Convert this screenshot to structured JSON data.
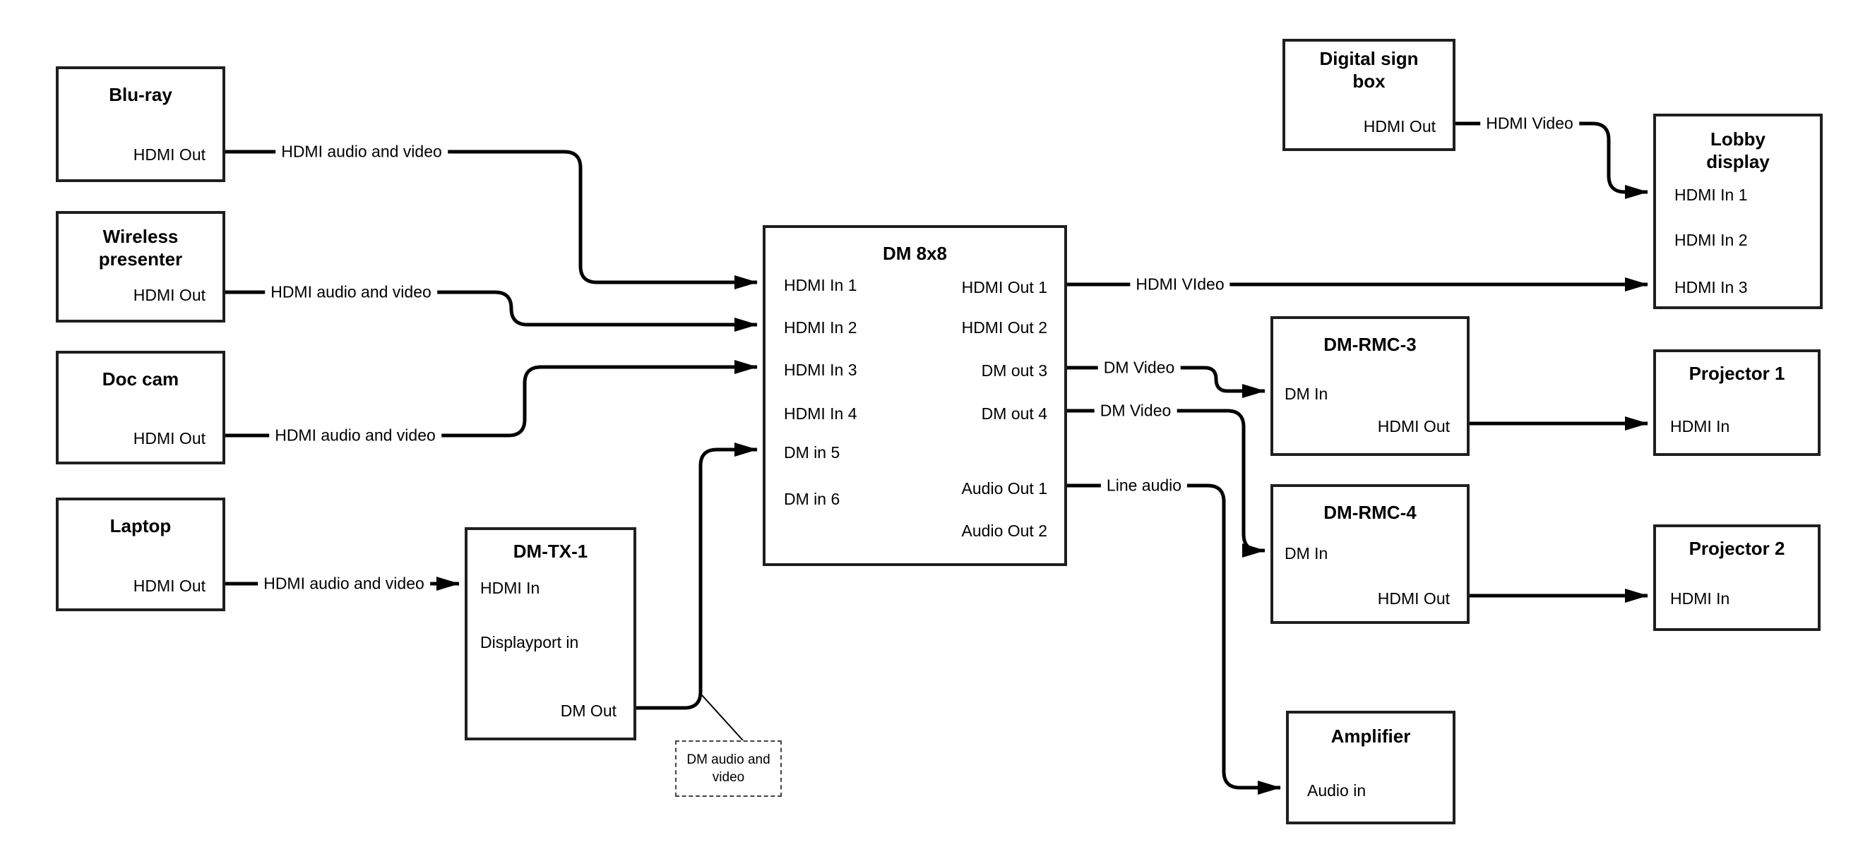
{
  "colors": {
    "background": "#ffffff",
    "box_border": "#1f1f1f",
    "box_fill": "#ffffff",
    "connector": "#000000",
    "text": "#000000"
  },
  "nodes": {
    "bluray": {
      "title": "Blu-ray",
      "ports": {
        "hdmi_out": "HDMI Out"
      }
    },
    "wireless": {
      "title": "Wireless presenter",
      "ports": {
        "hdmi_out": "HDMI Out"
      }
    },
    "doccam": {
      "title": "Doc cam",
      "ports": {
        "hdmi_out": "HDMI Out"
      }
    },
    "laptop": {
      "title": "Laptop",
      "ports": {
        "hdmi_out": "HDMI Out"
      }
    },
    "dmtx1": {
      "title": "DM-TX-1",
      "ports": {
        "hdmi_in": "HDMI In",
        "displayport_in": "Displayport in",
        "dm_out": "DM Out"
      }
    },
    "dm8x8": {
      "title": "DM 8x8",
      "ports": {
        "hdmi_in_1": "HDMI In 1",
        "hdmi_in_2": "HDMI In 2",
        "hdmi_in_3": "HDMI In 3",
        "hdmi_in_4": "HDMI In 4",
        "dm_in_5": "DM in 5",
        "dm_in_6": "DM in 6",
        "hdmi_out_1": "HDMI Out 1",
        "hdmi_out_2": "HDMI Out 2",
        "dm_out_3": "DM out 3",
        "dm_out_4": "DM out 4",
        "audio_out_1": "Audio Out 1",
        "audio_out_2": "Audio Out 2"
      }
    },
    "digisign": {
      "title": "Digital sign box",
      "ports": {
        "hdmi_out": "HDMI Out"
      }
    },
    "lobby": {
      "title": "Lobby display",
      "ports": {
        "hdmi_in_1": "HDMI In 1",
        "hdmi_in_2": "HDMI In 2",
        "hdmi_in_3": "HDMI In 3"
      }
    },
    "dmrmc3": {
      "title": "DM-RMC-3",
      "ports": {
        "dm_in": "DM In",
        "hdmi_out": "HDMI Out"
      }
    },
    "proj1": {
      "title": "Projector 1",
      "ports": {
        "hdmi_in": "HDMI In"
      }
    },
    "dmrmc4": {
      "title": "DM-RMC-4",
      "ports": {
        "dm_in": "DM In",
        "hdmi_out": "HDMI Out"
      }
    },
    "proj2": {
      "title": "Projector 2",
      "ports": {
        "hdmi_in": "HDMI In"
      }
    },
    "amplifier": {
      "title": "Amplifier",
      "ports": {
        "audio_in": "Audio in"
      }
    }
  },
  "edge_labels": {
    "bluray_dm8x8": "HDMI audio and video",
    "wireless_dm8x8": "HDMI audio and video",
    "doccam_dm8x8": "HDMI audio and video",
    "laptop_dmtx1": "HDMI audio and video",
    "dm8x8_lobby": "HDMI VIdeo",
    "digisign_lobby": "HDMI Video",
    "dmout3_dmrmc3": "DM Video",
    "dmout4_dmrmc4": "DM Video",
    "audioout1_amplifier": "Line audio"
  },
  "note": {
    "text": "DM audio and video"
  }
}
